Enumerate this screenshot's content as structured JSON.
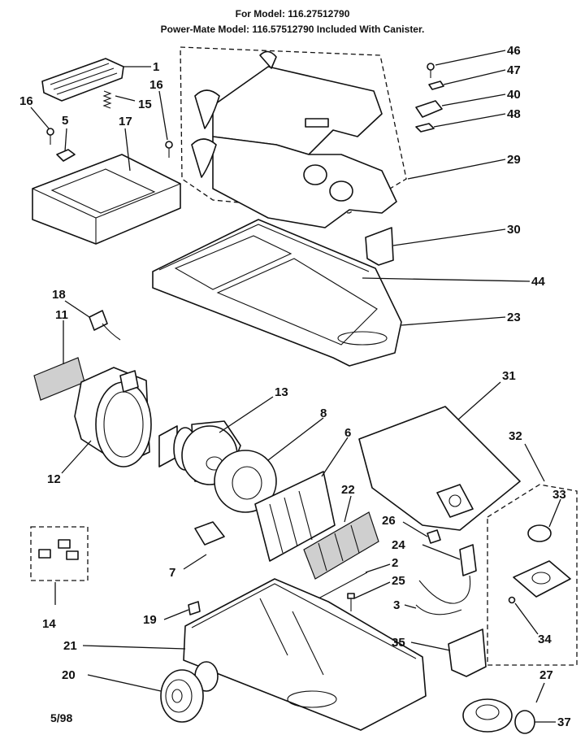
{
  "header": {
    "line1": "For Model: 116.27512790",
    "line2": "Power-Mate Model: 116.57512790   Included With Canister."
  },
  "date_code": "5/98",
  "callouts": {
    "c1": "1",
    "c2": "2",
    "c3": "3",
    "c5": "5",
    "c6": "6",
    "c7": "7",
    "c8": "8",
    "c11": "11",
    "c12": "12",
    "c13": "13",
    "c14": "14",
    "c15": "15",
    "c16a": "16",
    "c16b": "16",
    "c17": "17",
    "c18": "18",
    "c19": "19",
    "c20": "20",
    "c21": "21",
    "c22": "22",
    "c23": "23",
    "c24": "24",
    "c25": "25",
    "c26": "26",
    "c27": "27",
    "c29": "29",
    "c30": "30",
    "c31": "31",
    "c32": "32",
    "c33": "33",
    "c34": "34",
    "c35": "35",
    "c37": "37",
    "c40": "40",
    "c44": "44",
    "c46": "46",
    "c47": "47",
    "c48": "48"
  }
}
